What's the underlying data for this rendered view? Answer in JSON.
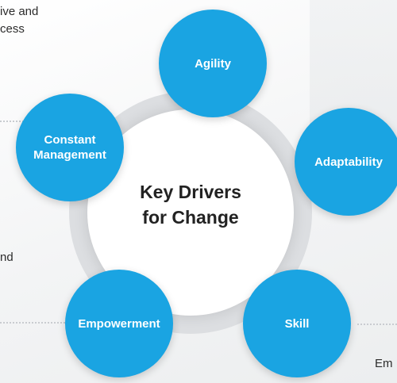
{
  "colors": {
    "accent": "#1aa4e2",
    "ring": "#dcdee1",
    "center": "#ffffff",
    "text_dark": "#222222",
    "background": "#f4f5f6"
  },
  "center": {
    "line1": "Key Drivers",
    "line2": "for Change"
  },
  "nodes": [
    {
      "label": "Agility"
    },
    {
      "label": "Adaptability"
    },
    {
      "label": "Skill"
    },
    {
      "label": "Empowerment"
    },
    {
      "label": "Constant Management"
    }
  ],
  "side_text": {
    "top_left_1": "ive and",
    "top_left_2": "cess",
    "mid_left": "nd",
    "bottom_right": "Em"
  }
}
